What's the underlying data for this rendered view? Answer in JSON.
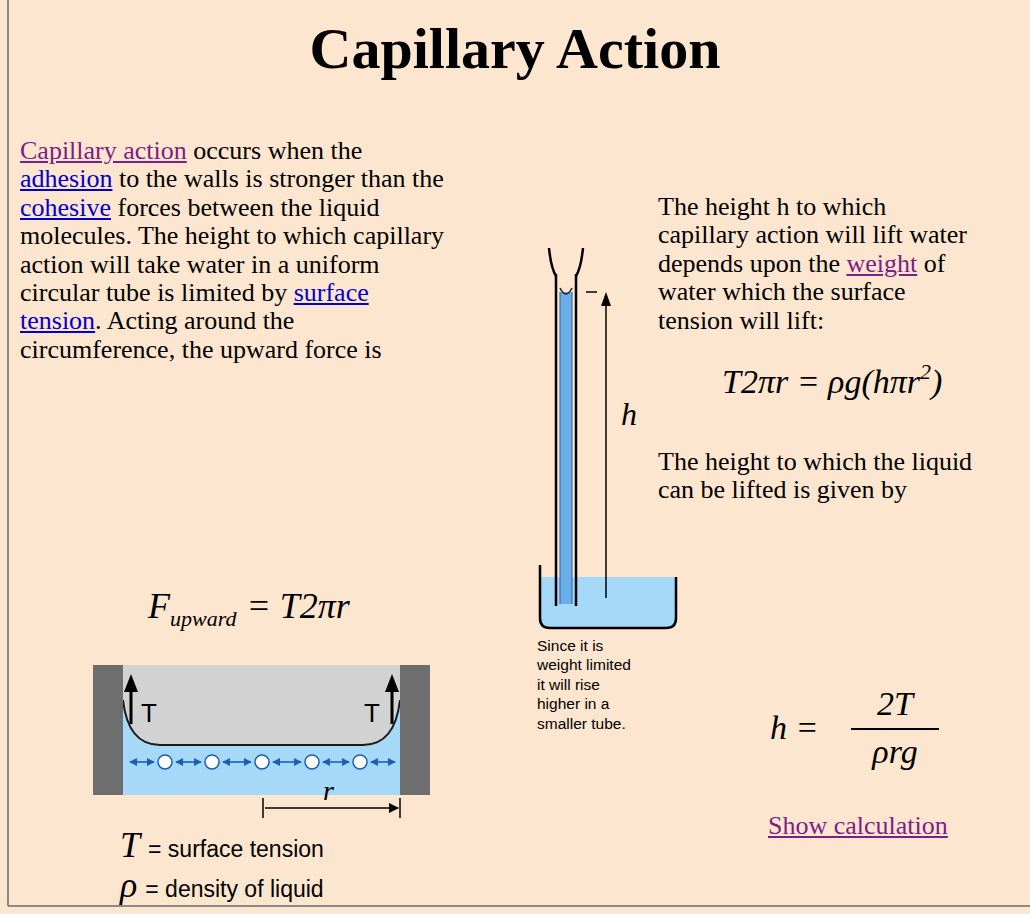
{
  "diagram": {
    "title": "Capillary Action",
    "labels": [
      "Capillary action",
      "occurs when the",
      "adhesion",
      "to the walls is stronger than the",
      "cohesive",
      "forces between the liquid molecules. The height to which capillary action will take water in a uniform circular tube is limited by",
      "surface tension",
      ". Acting around the circumference, the upward force is",
      "F",
      "upward",
      "= T2πr",
      "T",
      "T",
      "r",
      "T",
      "= surface tension",
      "ρ",
      "= density of liquid",
      "h",
      "Since it is weight limited it will rise higher in a smaller tube.",
      "The height h to which capillary action will lift water depends upon the",
      "weight",
      "of water which the surface tension will lift:",
      "T2πr = ρg(hπr",
      "2",
      ")",
      "The height to which the liquid can be lifted is given by",
      "h =",
      "2T",
      "ρrg",
      "Show calculation"
    ]
  }
}
